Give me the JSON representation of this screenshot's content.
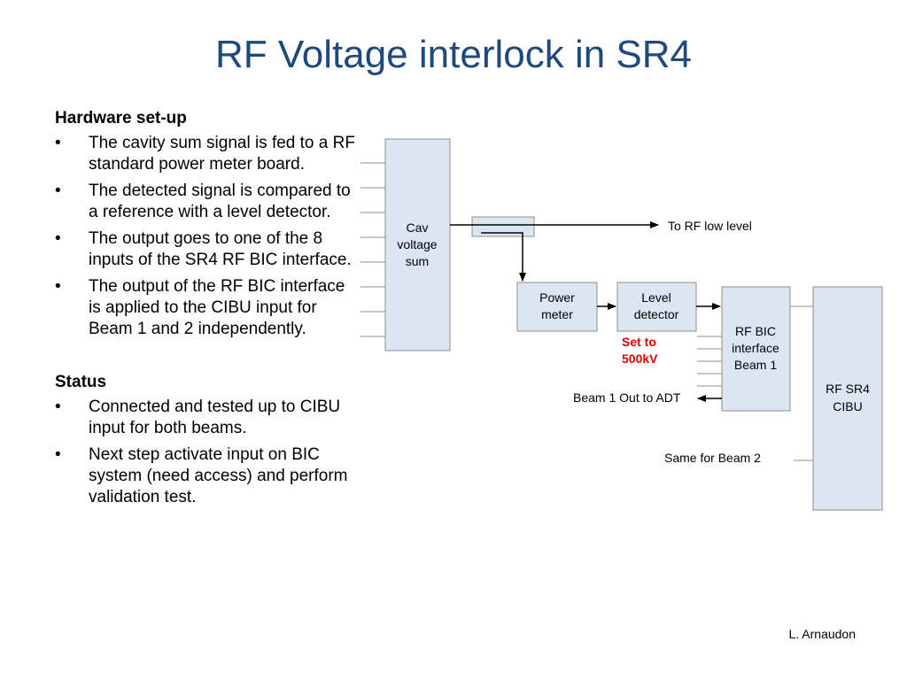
{
  "title": "RF Voltage interlock in SR4",
  "hardware": {
    "heading": "Hardware set-up",
    "bullets": [
      "The cavity sum signal is fed to a RF standard power meter board.",
      "The detected signal is compared to a reference with a level detector.",
      "The output goes to one of the 8 inputs of the SR4 RF BIC interface.",
      "The output of the RF BIC interface is applied to the CIBU input for Beam 1 and 2 independently."
    ]
  },
  "status": {
    "heading": "Status",
    "bullets": [
      "Connected and tested up to CIBU input for both beams.",
      "Next step activate input on BIC system (need access) and perform validation test."
    ]
  },
  "bullet_char": "•",
  "diagram": {
    "cav_box": [
      "Cav",
      "voltage",
      "sum"
    ],
    "power_meter": [
      "Power",
      "meter"
    ],
    "level_detector": [
      "Level",
      "detector"
    ],
    "rf_bic": [
      "RF BIC",
      "interface",
      "Beam 1"
    ],
    "rf_sr4": [
      "RF SR4",
      "CIBU"
    ],
    "to_rf_low_level": "To RF low level",
    "set_to": [
      "Set to",
      "500kV"
    ],
    "set_to_color": "#e00000",
    "beam1_out": "Beam 1 Out to ADT",
    "same_for_beam2": "Same for Beam 2",
    "box_fill": "#dce6f2"
  },
  "author": "L. Arnaudon"
}
